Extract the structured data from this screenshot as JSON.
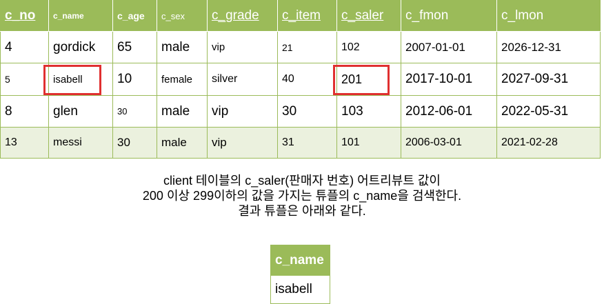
{
  "client_table": {
    "headers": [
      "c_no",
      "c_name",
      "c_age",
      "c_sex",
      "c_grade",
      "c_item",
      "c_saler",
      "c_fmon",
      "c_lmon"
    ],
    "rows": [
      [
        "4",
        "gordick",
        "65",
        "male",
        "vip",
        "21",
        "102",
        "2007-01-01",
        "2026-12-31"
      ],
      [
        "5",
        "isabell",
        "10",
        "female",
        "silver",
        "40",
        "201",
        "2017-10-01",
        "2027-09-31"
      ],
      [
        "8",
        "glen",
        "30",
        "male",
        "vip",
        "30",
        "103",
        "2012-06-01",
        "2022-05-31"
      ],
      [
        "13",
        "messi",
        "30",
        "male",
        "vip",
        "31",
        "101",
        "2006-03-01",
        "2021-02-28"
      ]
    ],
    "highlighted_cells": [
      "c_name of row 2 (isabell)",
      "c_saler of row 2 (201)"
    ],
    "highlight_color": "#e03030",
    "header_color": "#9bbb59",
    "alt_row_color": "#ebf1de"
  },
  "description": {
    "line1": "client 테이블의 c_saler(판매자 번호) 어트리뷰트 값이",
    "line2": "200 이상 299이하의 값을 가지는 튜플의 c_name을 검색한다.",
    "line3": "결과 튜플은 아래와 같다."
  },
  "result_table": {
    "header": "c_name",
    "values": [
      "isabell"
    ]
  }
}
